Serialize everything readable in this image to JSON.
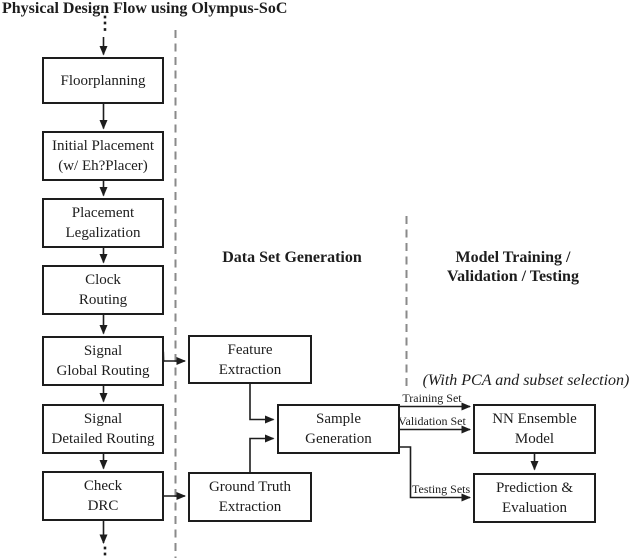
{
  "title": "Physical Design Flow using Olympus-SoC",
  "colors": {
    "ink": "#1d1d1d",
    "dash": "#8a8a8a",
    "background": "#ffffff"
  },
  "flow": {
    "ellipsis_top": "⋮",
    "ellipsis_bottom": "⋮",
    "steps": [
      {
        "label": "Floorplanning"
      },
      {
        "label": "Initial Placement\n(w/ Eh?Placer)"
      },
      {
        "label": "Placement\nLegalization"
      },
      {
        "label": "Clock\nRouting"
      },
      {
        "label": "Signal\nGlobal Routing"
      },
      {
        "label": "Signal\nDetailed Routing"
      },
      {
        "label": "Check\nDRC"
      }
    ]
  },
  "sections": {
    "dataset": {
      "heading": "Data Set Generation",
      "boxes": [
        {
          "label": "Feature\nExtraction"
        },
        {
          "label": "Sample\nGeneration"
        },
        {
          "label": "Ground Truth\nExtraction"
        }
      ]
    },
    "model": {
      "heading": "Model Training /\nValidation / Testing",
      "note": "(With PCA and subset selection)",
      "boxes": [
        {
          "label": "NN Ensemble\nModel"
        },
        {
          "label": "Prediction &\nEvaluation"
        }
      ]
    }
  },
  "edge_labels": {
    "training": "Training Set",
    "validation": "Validation Set",
    "testing": "Testing Sets"
  }
}
